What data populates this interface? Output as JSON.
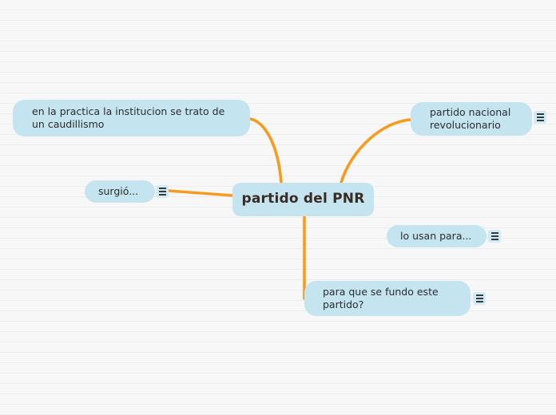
{
  "canvas": {
    "background_color": "#f7f7f7",
    "rule_line_color": "#ededee",
    "node_fill_color": "#c4e4f0",
    "connector_color": "#f79b1e",
    "text_color": "#2d2d2d"
  },
  "mindmap": {
    "root": {
      "label": "partido del PNR"
    },
    "branches": [
      {
        "id": "practica",
        "label": "en la practica la institucion se trato de\nun caudillismo",
        "has_menu_icon": false,
        "menu_icon_name": "hamburger-icon"
      },
      {
        "id": "pnr-full",
        "label": "partido nacional\nrevolucionario",
        "has_menu_icon": true,
        "menu_icon_name": "hamburger-icon"
      },
      {
        "id": "surgio",
        "label": "surgió...",
        "has_menu_icon": true,
        "menu_icon_name": "hamburger-icon"
      },
      {
        "id": "lo-usan",
        "label": "lo usan para...",
        "has_menu_icon": true,
        "menu_icon_name": "hamburger-icon"
      },
      {
        "id": "fundo",
        "label": "para que se fundo este\npartido?",
        "has_menu_icon": true,
        "menu_icon_name": "hamburger-icon"
      }
    ]
  }
}
